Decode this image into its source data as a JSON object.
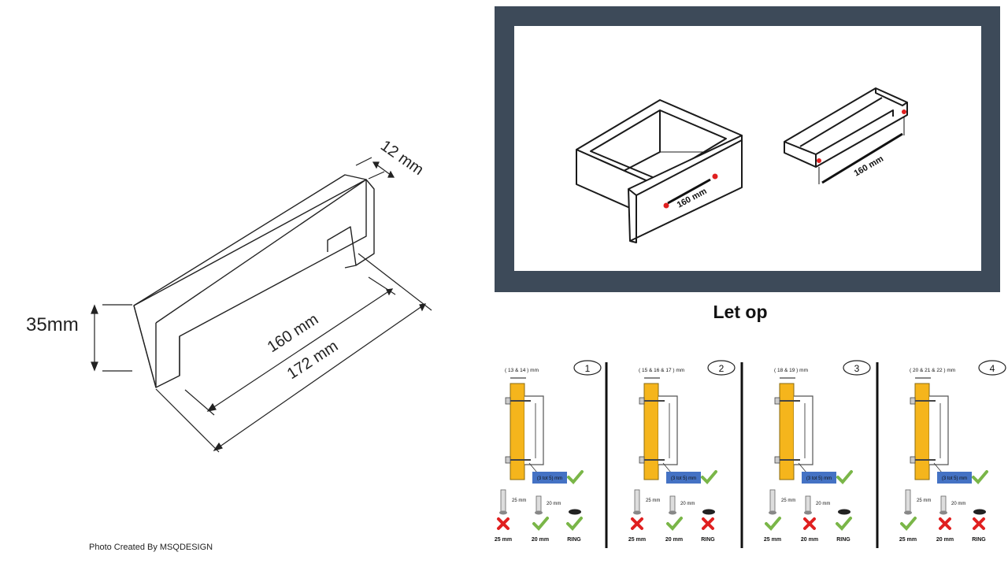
{
  "handle_diagram": {
    "dim_depth": "12 mm",
    "dim_height": "35mm",
    "dim_hole_spacing": "160 mm",
    "dim_length": "172 mm",
    "credit": "Photo Created By MSQDESIGN"
  },
  "drawer_panel": {
    "frame_color": "#3d4a59",
    "drawer_label": "160 mm",
    "handle_label": "160 mm"
  },
  "notice": {
    "title": "Let op",
    "panels": [
      {
        "number": "1",
        "thickness": "( 13 & 14 )  mm",
        "gap": "(3 tot 5) mm",
        "options": [
          {
            "label": "25 mm",
            "ok": false
          },
          {
            "label": "20 mm",
            "ok": true
          },
          {
            "label": "RING",
            "ok": true
          }
        ]
      },
      {
        "number": "2",
        "thickness": "( 15 & 16 & 17 )  mm",
        "gap": "(3 tot 5) mm",
        "options": [
          {
            "label": "25 mm",
            "ok": false
          },
          {
            "label": "20 mm",
            "ok": true
          },
          {
            "label": "RING",
            "ok": false
          }
        ]
      },
      {
        "number": "3",
        "thickness": "( 18 & 19 )  mm",
        "gap": "(3 tot 5) mm",
        "options": [
          {
            "label": "25 mm",
            "ok": true
          },
          {
            "label": "20 mm",
            "ok": false
          },
          {
            "label": "RING",
            "ok": true
          }
        ]
      },
      {
        "number": "4",
        "thickness": "( 20 & 21 & 22 )  mm",
        "gap": "(3 tot 5) mm",
        "options": [
          {
            "label": "25 mm",
            "ok": true
          },
          {
            "label": "20 mm",
            "ok": false
          },
          {
            "label": "RING",
            "ok": false
          }
        ]
      }
    ],
    "screw_long": "25 mm",
    "screw_short": "20 mm"
  },
  "colors": {
    "wood": "#f5b51c",
    "gap_box": "#4472c4",
    "check": "#7ab648",
    "cross": "#e02020",
    "screw_dot": "#e02020"
  }
}
